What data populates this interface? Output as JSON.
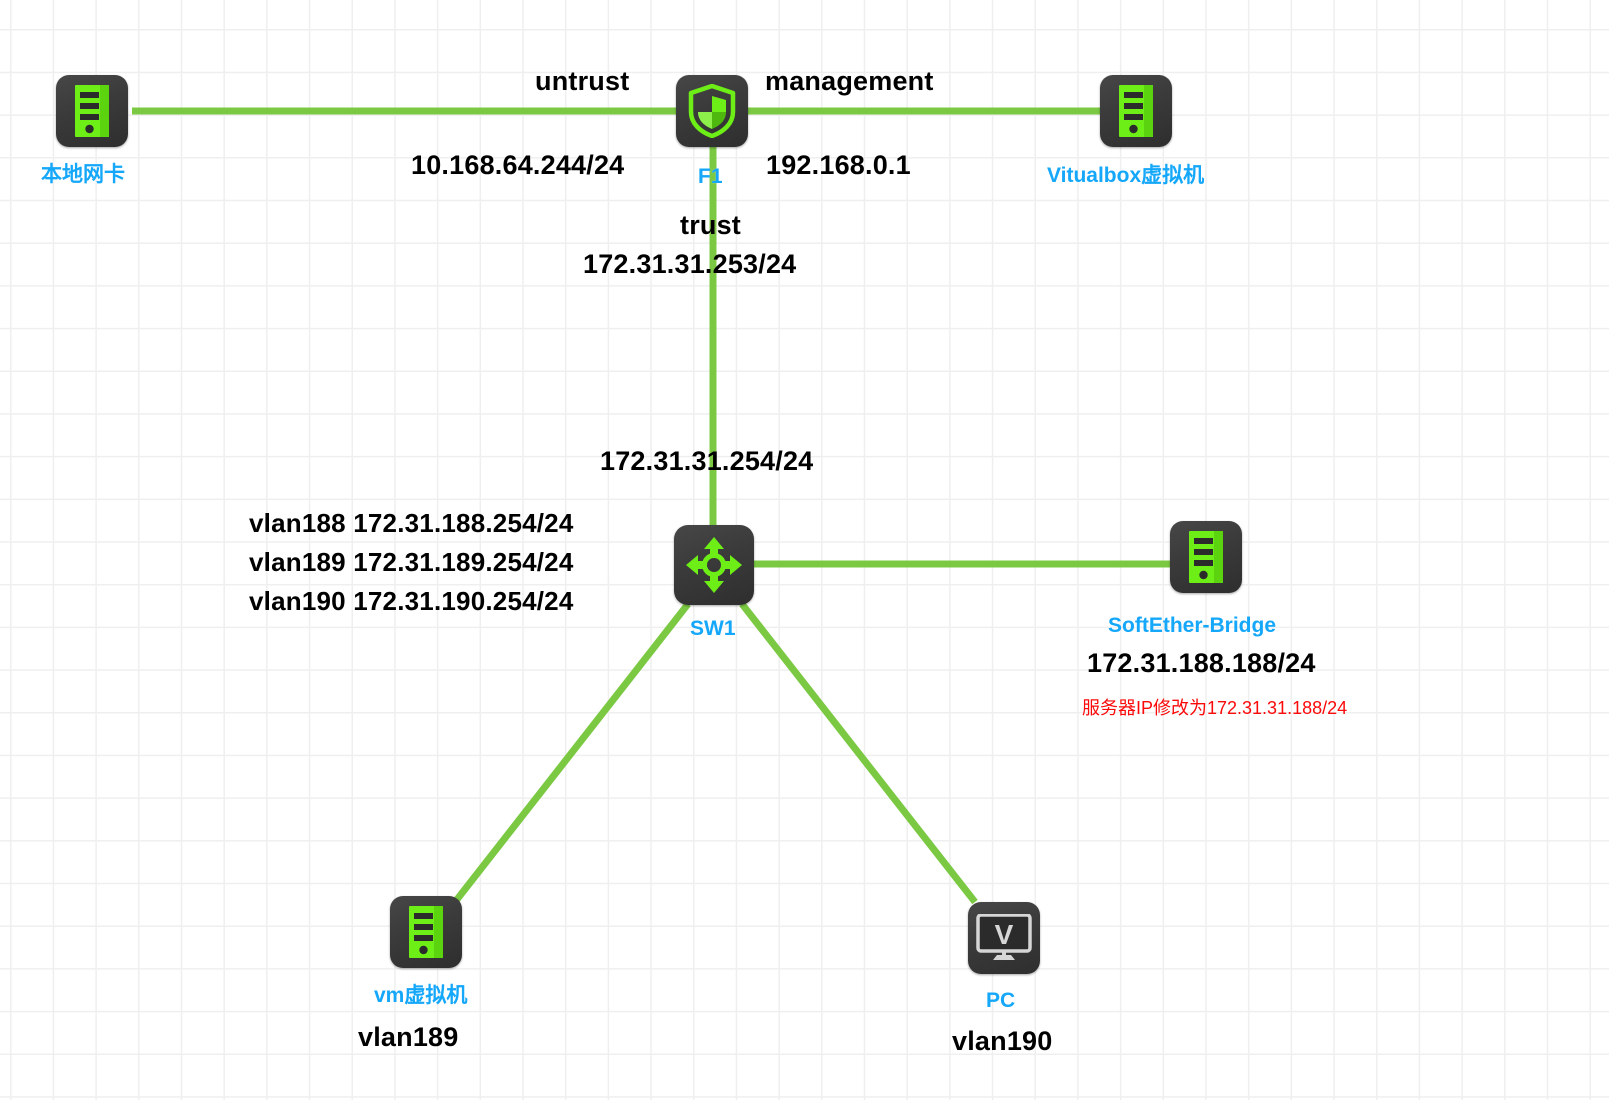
{
  "diagram": {
    "title": "Network topology",
    "colors": {
      "link": "#7bc943",
      "icon_green": "#6cee16",
      "node_label": "#14a7fa",
      "annotation": "#000000",
      "warning": "#fb0a0a",
      "grid": "#efefef",
      "background": "#ffffff"
    }
  },
  "nodes": [
    {
      "id": "local-nic",
      "label": "本地网卡",
      "icon": "server-icon"
    },
    {
      "id": "firewall",
      "label": "F1",
      "icon": "shield-firewall-icon"
    },
    {
      "id": "virtualbox-vm",
      "label": "Vitualbox虚拟机",
      "icon": "server-icon"
    },
    {
      "id": "switch",
      "label": "SW1",
      "icon": "switch-arrows-icon"
    },
    {
      "id": "softether-bridge",
      "label": "SoftEther-Bridge",
      "icon": "server-icon"
    },
    {
      "id": "vm",
      "label": "vm虚拟机",
      "icon": "server-icon"
    },
    {
      "id": "pc",
      "label": "PC",
      "icon": "monitor-v-icon"
    }
  ],
  "annotations": {
    "untrust_zone": "untrust",
    "untrust_ip": "10.168.64.244/24",
    "management_zone": "management",
    "management_ip": "192.168.0.1",
    "trust_zone": "trust",
    "trust_ip": "172.31.31.253/24",
    "switch_uplink_ip": "172.31.31.254/24",
    "vlan_lines": [
      "vlan188 172.31.188.254/24",
      "vlan189 172.31.189.254/24",
      "vlan190 172.31.190.254/24"
    ],
    "bridge_ip": "172.31.188.188/24",
    "bridge_note": "服务器IP修改为172.31.31.188/24",
    "vm_vlan": "vlan189",
    "pc_vlan": "vlan190"
  }
}
